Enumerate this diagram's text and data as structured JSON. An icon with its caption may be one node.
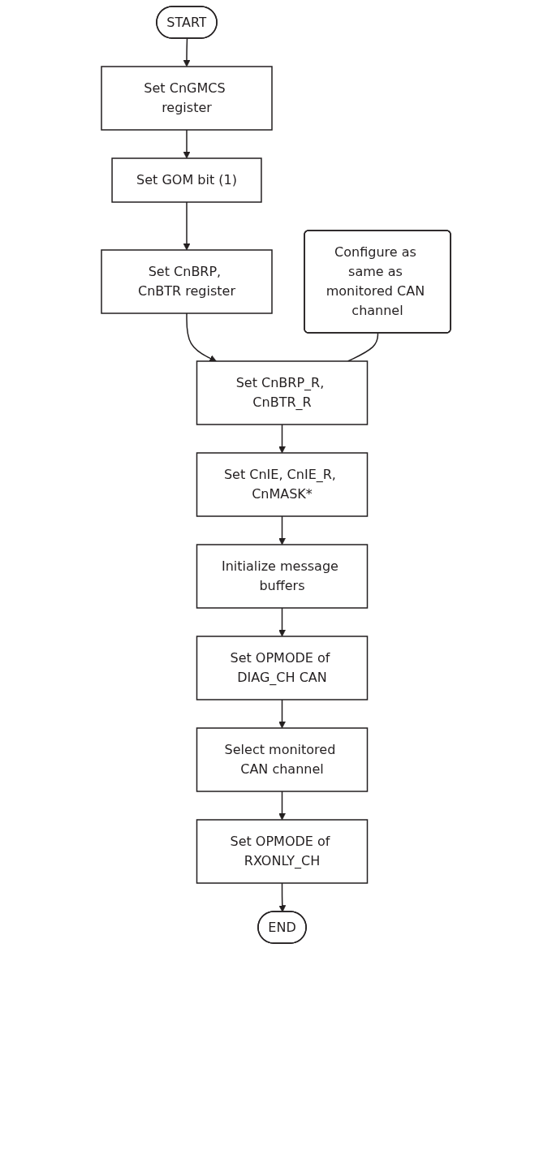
{
  "diagram": {
    "nodes": [
      {
        "text": [
          "START"
        ]
      },
      {
        "text": [
          "Set CnGMCS register"
        ]
      },
      {
        "text": [
          "Set GOM bit (1)"
        ]
      },
      {
        "text": [
          "Set CnBRP, CnBTR register"
        ]
      },
      {
        "text": [
          "Set CnBRP_R, CnBTR_R"
        ]
      },
      {
        "text": [
          "Set CnIE, CnIE_R, CnMASK*"
        ]
      },
      {
        "text": [
          "Initialize message buffers"
        ]
      },
      {
        "text": [
          "Set OPMODE of DIAG_CH CAN"
        ]
      },
      {
        "text": [
          "Select monitored CAN channel"
        ]
      },
      {
        "text": [
          "Set OPMODE of RXONLY_CH"
        ]
      },
      {
        "text": [
          "END"
        ]
      },
      {
        "text": [
          "Configure as same as monitored CAN channel"
        ]
      }
    ],
    "edges": [
      {
        "from": 0,
        "to": 1,
        "arrow": "to"
      },
      {
        "from": 1,
        "to": 2,
        "arrow": "to"
      },
      {
        "from": 2,
        "to": 3,
        "arrow": "to"
      },
      {
        "from": 3,
        "to": 4,
        "arrow": "to"
      },
      {
        "from": 4,
        "to": 5,
        "arrow": "to"
      },
      {
        "from": 5,
        "to": 6,
        "arrow": "to"
      },
      {
        "from": 6,
        "to": 7,
        "arrow": "to"
      },
      {
        "from": 7,
        "to": 8,
        "arrow": "to"
      },
      {
        "from": 8,
        "to": 9,
        "arrow": "to"
      },
      {
        "from": 9,
        "to": 10,
        "arrow": "to"
      },
      {
        "from": 11,
        "to": 4,
        "arrow": "none"
      }
    ]
  }
}
